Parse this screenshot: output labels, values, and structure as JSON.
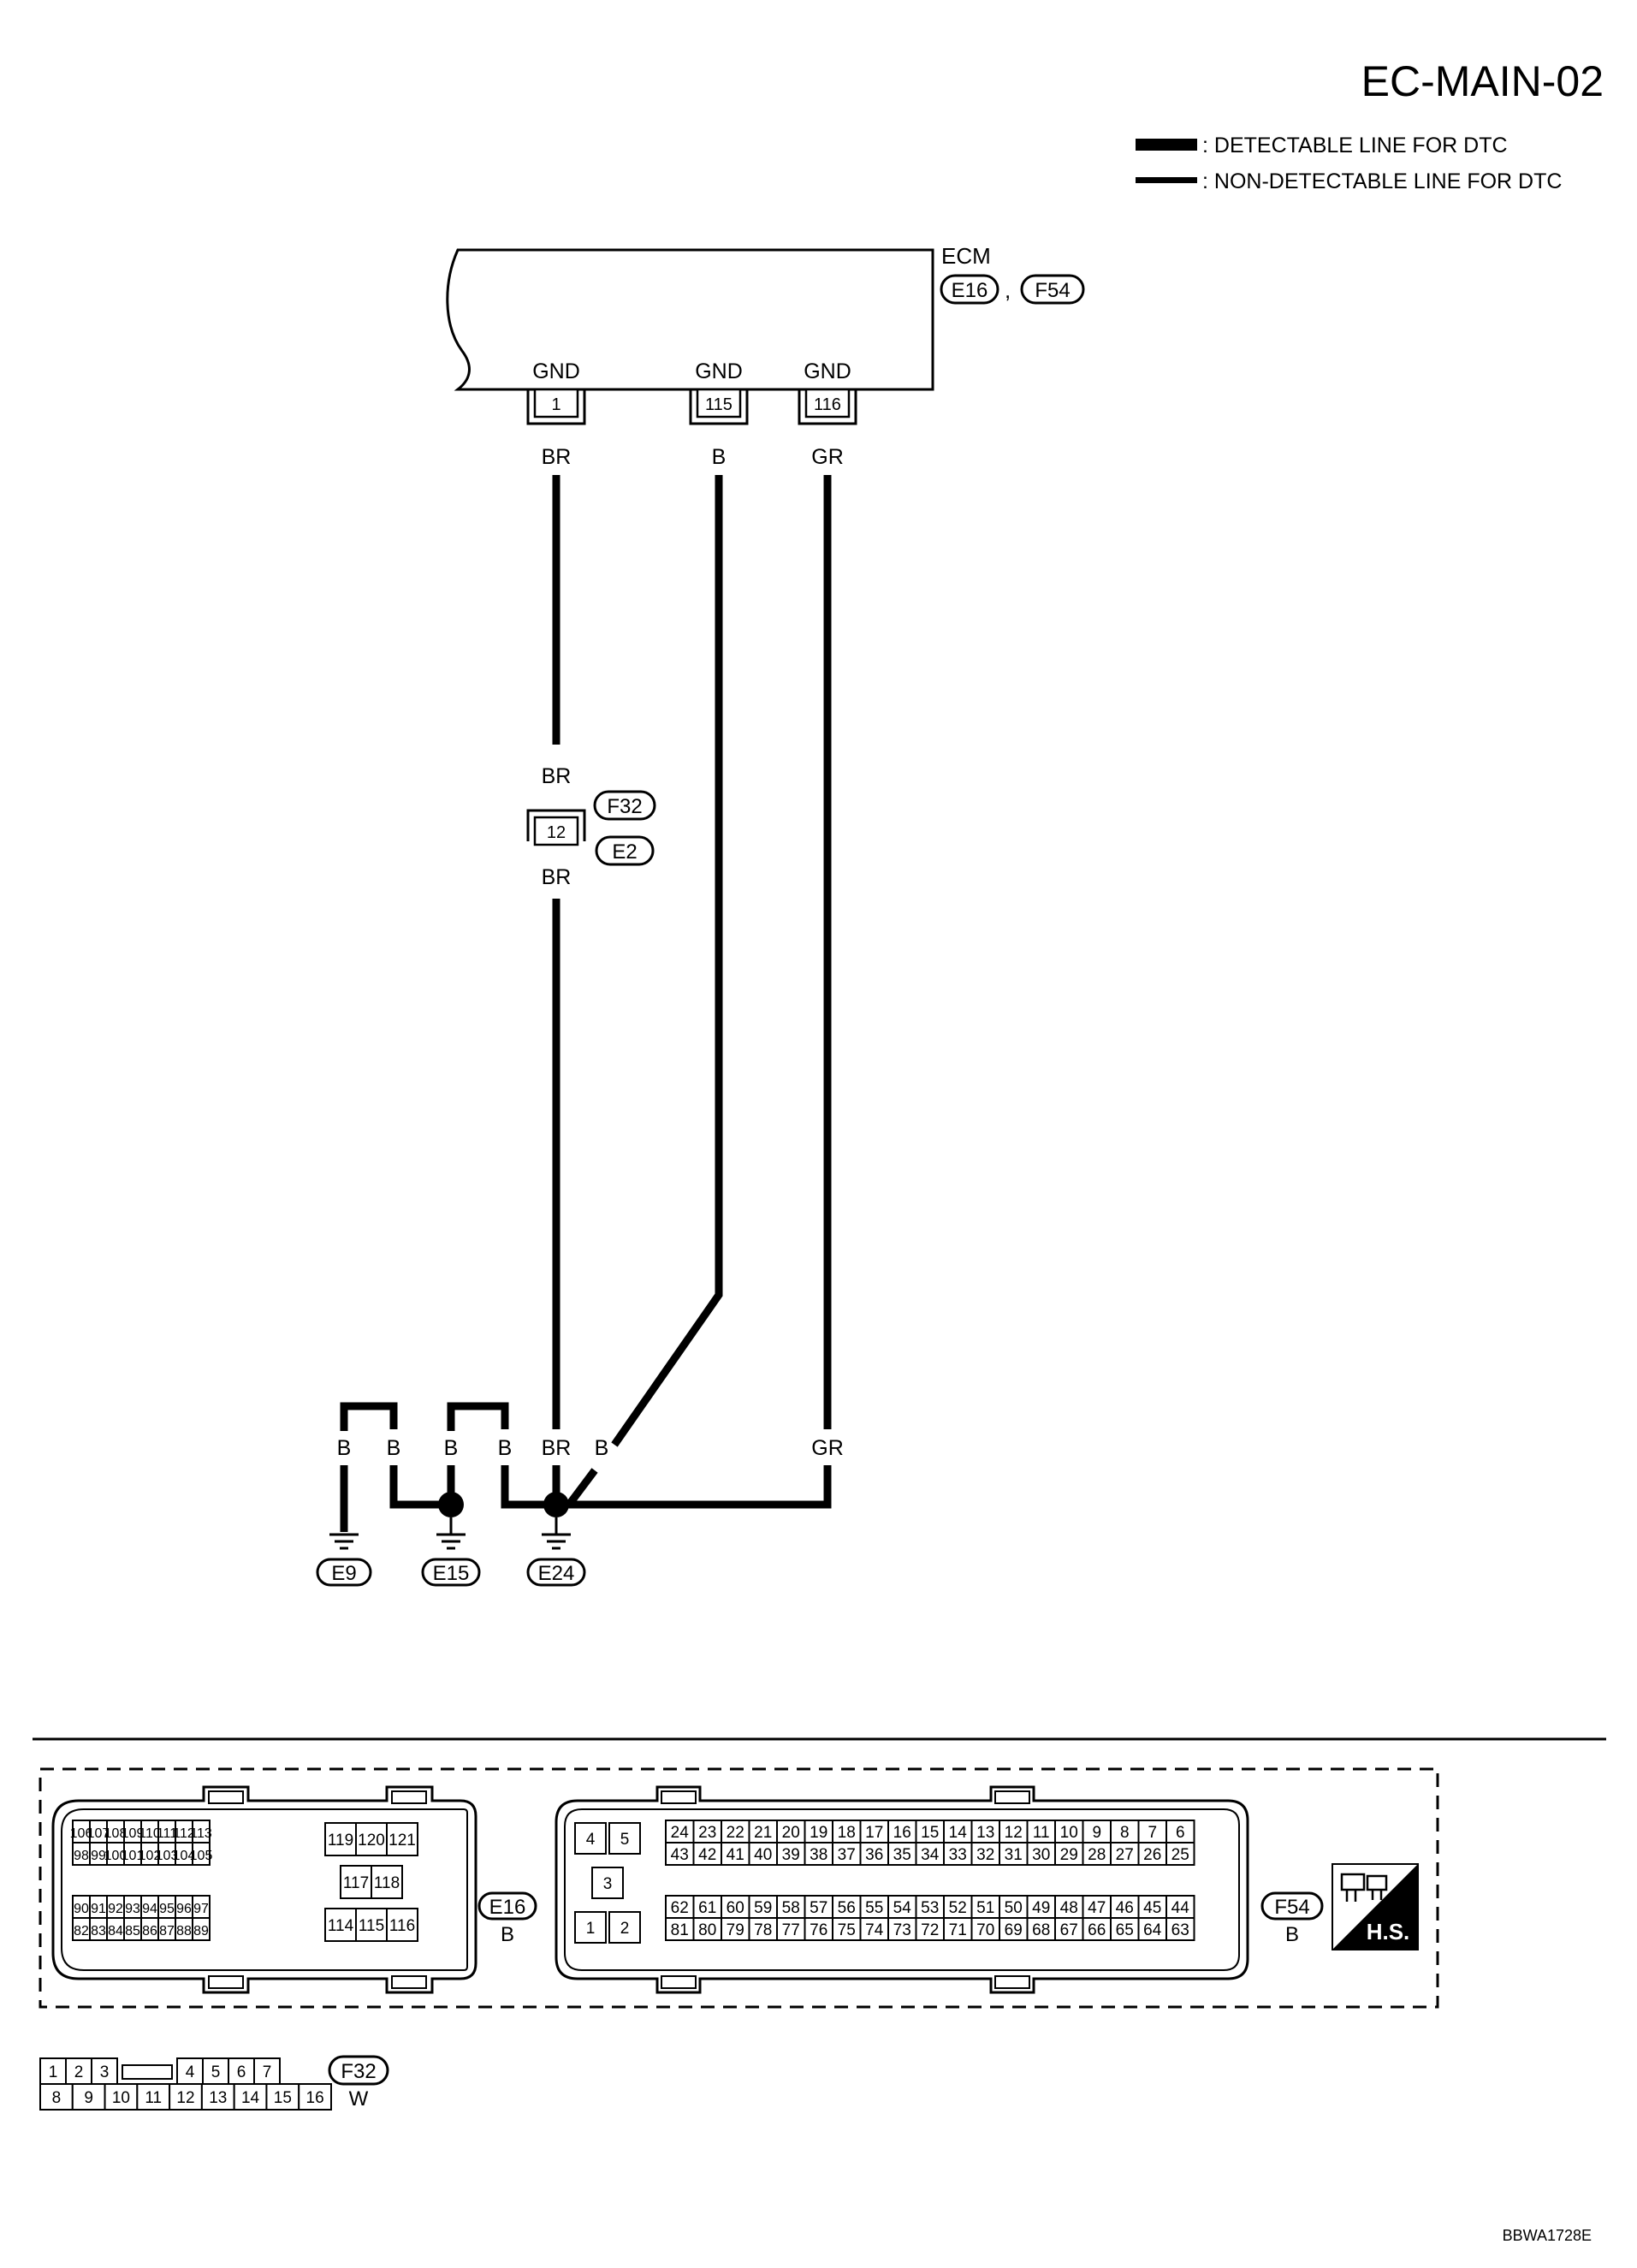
{
  "title": "EC-MAIN-02",
  "legend": {
    "detectable": ": DETECTABLE LINE FOR DTC",
    "non_detectable": ": NON-DETECTABLE LINE FOR DTC"
  },
  "ecm": {
    "name": "ECM",
    "connectors": [
      "E16",
      "F54"
    ],
    "separator": ",",
    "terminals": [
      {
        "label": "GND",
        "pin": "1",
        "wire": "BR"
      },
      {
        "label": "GND",
        "pin": "115",
        "wire": "B"
      },
      {
        "label": "GND",
        "pin": "116",
        "wire": "GR"
      }
    ]
  },
  "joint": {
    "pin": "12",
    "wire_top": "BR",
    "wire_bottom": "BR",
    "connectors": [
      "F32",
      "E2"
    ]
  },
  "grounds": {
    "wires": [
      "B",
      "B",
      "B",
      "B",
      "BR",
      "B",
      "GR"
    ],
    "points": [
      "E9",
      "E15",
      "E24"
    ]
  },
  "connector_e16": {
    "id": "E16",
    "color": "B",
    "upper_rows": [
      [
        "106",
        "107",
        "108",
        "109",
        "110",
        "111",
        "112",
        "113"
      ],
      [
        "98",
        "99",
        "100",
        "101",
        "102",
        "103",
        "104",
        "105"
      ]
    ],
    "lower_rows": [
      [
        "90",
        "91",
        "92",
        "93",
        "94",
        "95",
        "96",
        "97"
      ],
      [
        "82",
        "83",
        "84",
        "85",
        "86",
        "87",
        "88",
        "89"
      ]
    ],
    "right_top": [
      "119",
      "120",
      "121"
    ],
    "right_mid": [
      "117",
      "118"
    ],
    "right_bottom": [
      "114",
      "115",
      "116"
    ]
  },
  "connector_f54": {
    "id": "F54",
    "color": "B",
    "left_cells": [
      "4",
      "5",
      "3",
      "1",
      "2"
    ],
    "upper_rows": [
      [
        "24",
        "23",
        "22",
        "21",
        "20",
        "19",
        "18",
        "17",
        "16",
        "15",
        "14",
        "13",
        "12",
        "11",
        "10",
        "9",
        "8",
        "7",
        "6"
      ],
      [
        "43",
        "42",
        "41",
        "40",
        "39",
        "38",
        "37",
        "36",
        "35",
        "34",
        "33",
        "32",
        "31",
        "30",
        "29",
        "28",
        "27",
        "26",
        "25"
      ]
    ],
    "lower_rows": [
      [
        "62",
        "61",
        "60",
        "59",
        "58",
        "57",
        "56",
        "55",
        "54",
        "53",
        "52",
        "51",
        "50",
        "49",
        "48",
        "47",
        "46",
        "45",
        "44"
      ],
      [
        "81",
        "80",
        "79",
        "78",
        "77",
        "76",
        "75",
        "74",
        "73",
        "72",
        "71",
        "70",
        "69",
        "68",
        "67",
        "66",
        "65",
        "64",
        "63"
      ]
    ]
  },
  "connector_f32": {
    "id": "F32",
    "color": "W",
    "top_row": [
      "1",
      "2",
      "3",
      "4",
      "5",
      "6",
      "7"
    ],
    "bottom_row": [
      "8",
      "9",
      "10",
      "11",
      "12",
      "13",
      "14",
      "15",
      "16"
    ]
  },
  "hs_badge": "H.S.",
  "hs_icon": "harness-connector-icon",
  "figure_code": "BBWA1728E"
}
